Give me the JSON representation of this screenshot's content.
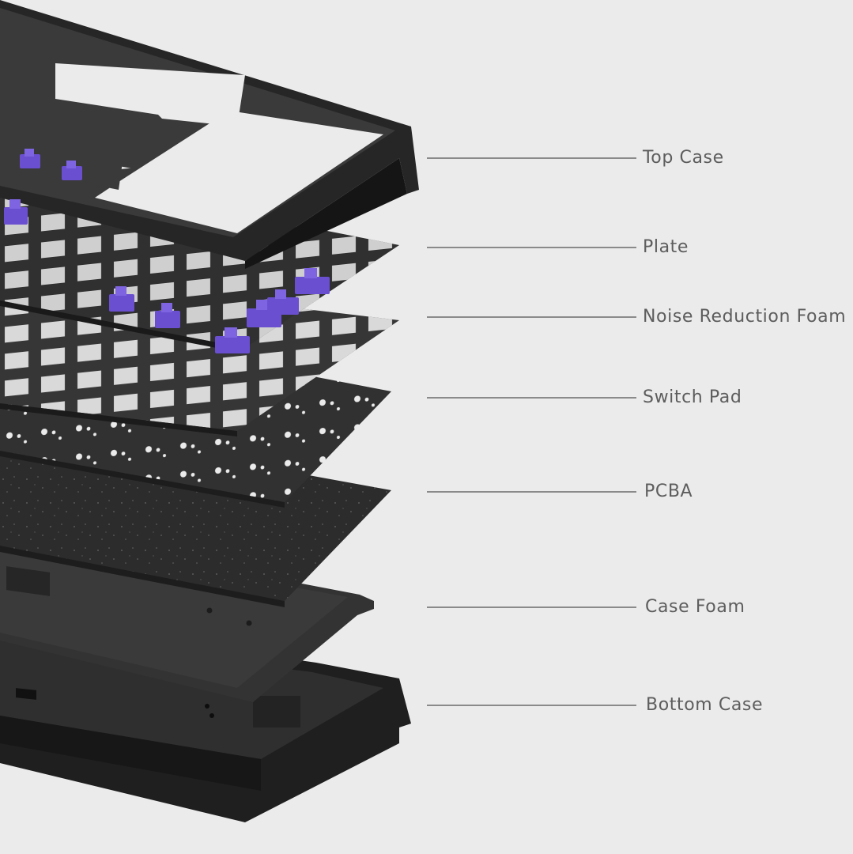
{
  "diagram": {
    "subject": "keyboard exploded view",
    "layers": [
      {
        "id": "top-case",
        "label": "Top Case"
      },
      {
        "id": "plate",
        "label": "Plate"
      },
      {
        "id": "noise-reduction-foam",
        "label": "Noise Reduction Foam"
      },
      {
        "id": "switch-pad",
        "label": "Switch Pad"
      },
      {
        "id": "pcba",
        "label": "PCBA"
      },
      {
        "id": "case-foam",
        "label": "Case Foam"
      },
      {
        "id": "bottom-case",
        "label": "Bottom Case"
      }
    ]
  },
  "colors": {
    "background": "#ebebeb",
    "leader_line": "#6a6a6a",
    "label_text": "#5d5d5d",
    "case_dark": "#2a2a2a",
    "plate_dark": "#333333",
    "foam_dark": "#3a3a3a",
    "switch_accent": "#6a4fd0"
  }
}
